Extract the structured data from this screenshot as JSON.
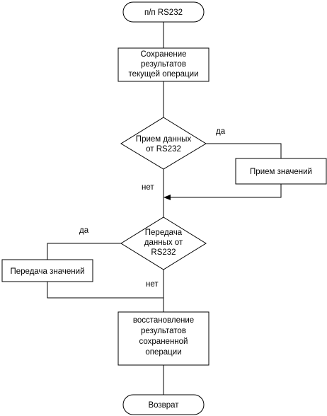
{
  "flowchart": {
    "start": "п/п RS232",
    "save": [
      "Сохранение",
      "результатов",
      "текущей операции"
    ],
    "decision_receive": [
      "Прием данных",
      "от RS232"
    ],
    "receive_values": "Прием значений",
    "decision_transmit": [
      "Передача",
      "данных от",
      "RS232"
    ],
    "transmit_values": "Передача значений",
    "restore": [
      "восстановление",
      "результатов",
      "сохраненной",
      "операции"
    ],
    "end": "Возврат",
    "yes_label": "да",
    "no_label": "нет"
  }
}
